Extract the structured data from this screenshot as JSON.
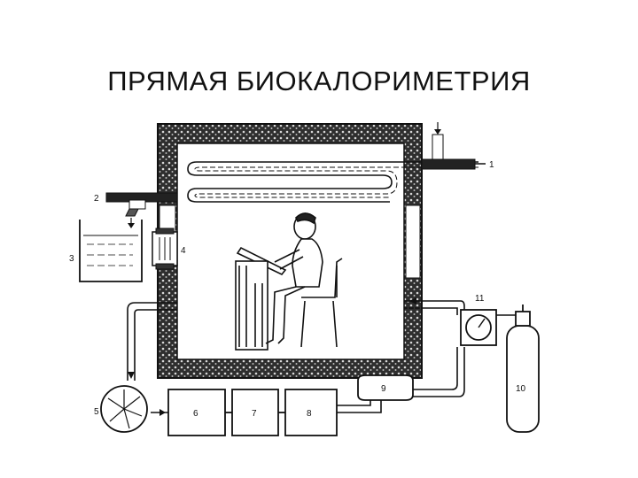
{
  "slide": {
    "title": "ПРЯМАЯ БИОКАЛОРИМЕТРИЯ"
  },
  "diagram": {
    "labels": {
      "l1": "1",
      "l2": "2",
      "l3": "3",
      "l4": "4",
      "l5": "5",
      "l6": "6",
      "l7": "7",
      "l8": "8",
      "l9": "9",
      "l10": "10",
      "l11": "11"
    },
    "colors": {
      "line": "#111111",
      "insulation": "#3a3a3a",
      "background": "#ffffff"
    }
  }
}
